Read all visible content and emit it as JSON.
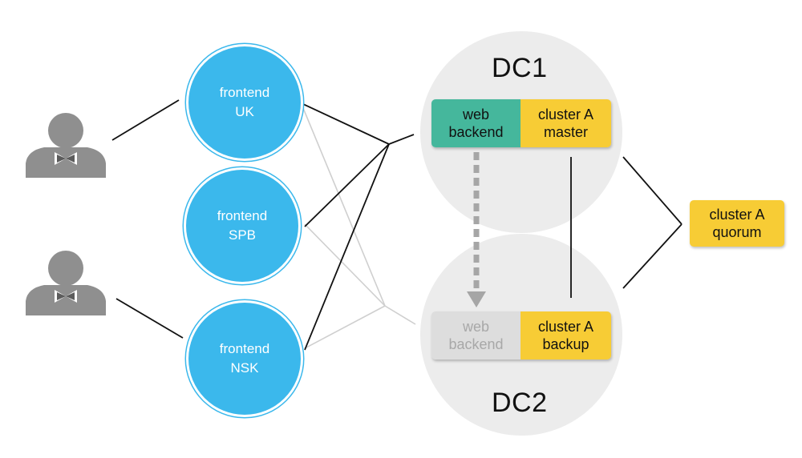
{
  "colors": {
    "frontend": "#3bb8ec",
    "web_backend_active": "#45b79c",
    "web_backend_inactive": "#dddddd",
    "cluster": "#f7cc35",
    "datacenter_bg": "#ececec",
    "user_icon": "#8f8f8f"
  },
  "frontends": [
    {
      "line1": "frontend",
      "line2": "UK"
    },
    {
      "line1": "frontend",
      "line2": "SPB"
    },
    {
      "line1": "frontend",
      "line2": "NSK"
    }
  ],
  "dc1": {
    "title": "DC1",
    "web_backend": {
      "line1": "web",
      "line2": "backend"
    },
    "cluster": {
      "line1": "cluster A",
      "line2": "master"
    }
  },
  "dc2": {
    "title": "DC2",
    "web_backend": {
      "line1": "web",
      "line2": "backend"
    },
    "cluster": {
      "line1": "cluster A",
      "line2": "backup"
    }
  },
  "quorum": {
    "line1": "cluster A",
    "line2": "quorum"
  },
  "users": [
    {
      "icon": "user-icon"
    },
    {
      "icon": "user-icon"
    }
  ]
}
